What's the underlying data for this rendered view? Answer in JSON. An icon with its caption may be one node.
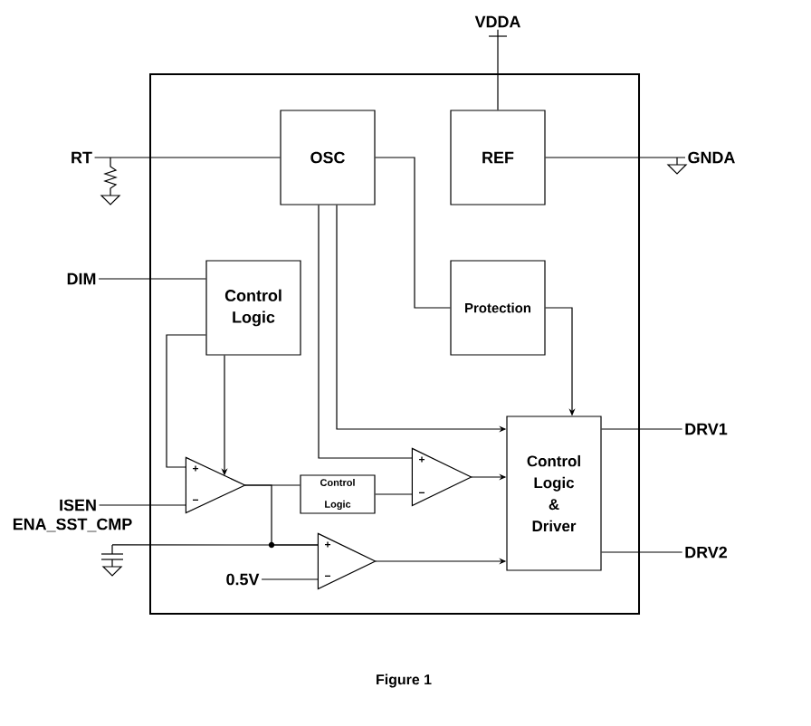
{
  "diagram": {
    "caption": "Figure 1",
    "nodes": [
      {
        "text": [],
        "shape": "box"
      },
      {
        "text": [
          "VDDA"
        ]
      },
      {
        "text": [
          "RT"
        ]
      },
      {
        "text": [
          "OSC"
        ],
        "in": 0
      },
      {
        "text": [
          "REF"
        ],
        "in": 0
      },
      {
        "text": [
          "GNDA"
        ]
      },
      {
        "text": [
          "DIM"
        ]
      },
      {
        "text": [
          "Control Logic"
        ],
        "in": 0
      },
      {
        "text": [
          "Protection"
        ],
        "in": 0
      },
      {
        "text": [
          "Control Logic & Driver"
        ],
        "in": 0
      },
      {
        "text": [
          "DRV1"
        ]
      },
      {
        "text": [
          "ISEN"
        ]
      },
      {
        "text": [],
        "shape": "triangle",
        "in": 0
      },
      {
        "text": [
          "Control Logic"
        ],
        "in": 0
      },
      {
        "text": [],
        "shape": "triangle",
        "in": 0
      },
      {
        "text": [
          "ENA_SST_CMP"
        ]
      },
      {
        "text": [
          "DRV2"
        ]
      },
      {
        "text": [
          "0.5V"
        ],
        "in": 0
      },
      {
        "text": [],
        "shape": "triangle",
        "in": 0
      }
    ],
    "edges": [
      {
        "from": 1,
        "to": 4,
        "arrow": "none"
      },
      {
        "from": 2,
        "to": 3,
        "arrow": "none"
      },
      {
        "from": 4,
        "to": 5,
        "arrow": "none"
      },
      {
        "from": 6,
        "to": 7,
        "arrow": "none"
      },
      {
        "from": 3,
        "to": 8,
        "arrow": "none"
      },
      {
        "from": 7,
        "to": 12,
        "arrow": "to"
      },
      {
        "from": 7,
        "to": 12,
        "arrow": "none"
      },
      {
        "from": 11,
        "to": 12,
        "arrow": "none"
      },
      {
        "from": 3,
        "to": 14,
        "arrow": "none"
      },
      {
        "from": 3,
        "to": 9,
        "arrow": "to"
      },
      {
        "from": 8,
        "to": 9,
        "arrow": "to"
      },
      {
        "from": 12,
        "to": 13,
        "arrow": "none"
      },
      {
        "from": 13,
        "to": 14,
        "arrow": "none"
      },
      {
        "from": 14,
        "to": 9,
        "arrow": "to"
      },
      {
        "from": 12,
        "to": 18,
        "arrow": "none"
      },
      {
        "from": 15,
        "to": 18,
        "arrow": "none"
      },
      {
        "from": 17,
        "to": 18,
        "arrow": "none"
      },
      {
        "from": 18,
        "to": 9,
        "arrow": "to"
      },
      {
        "from": 9,
        "to": 10,
        "arrow": "none"
      },
      {
        "from": 9,
        "to": 16,
        "arrow": "none"
      }
    ],
    "labels": [
      "+",
      "−",
      "+",
      "−",
      "+",
      "−"
    ]
  }
}
